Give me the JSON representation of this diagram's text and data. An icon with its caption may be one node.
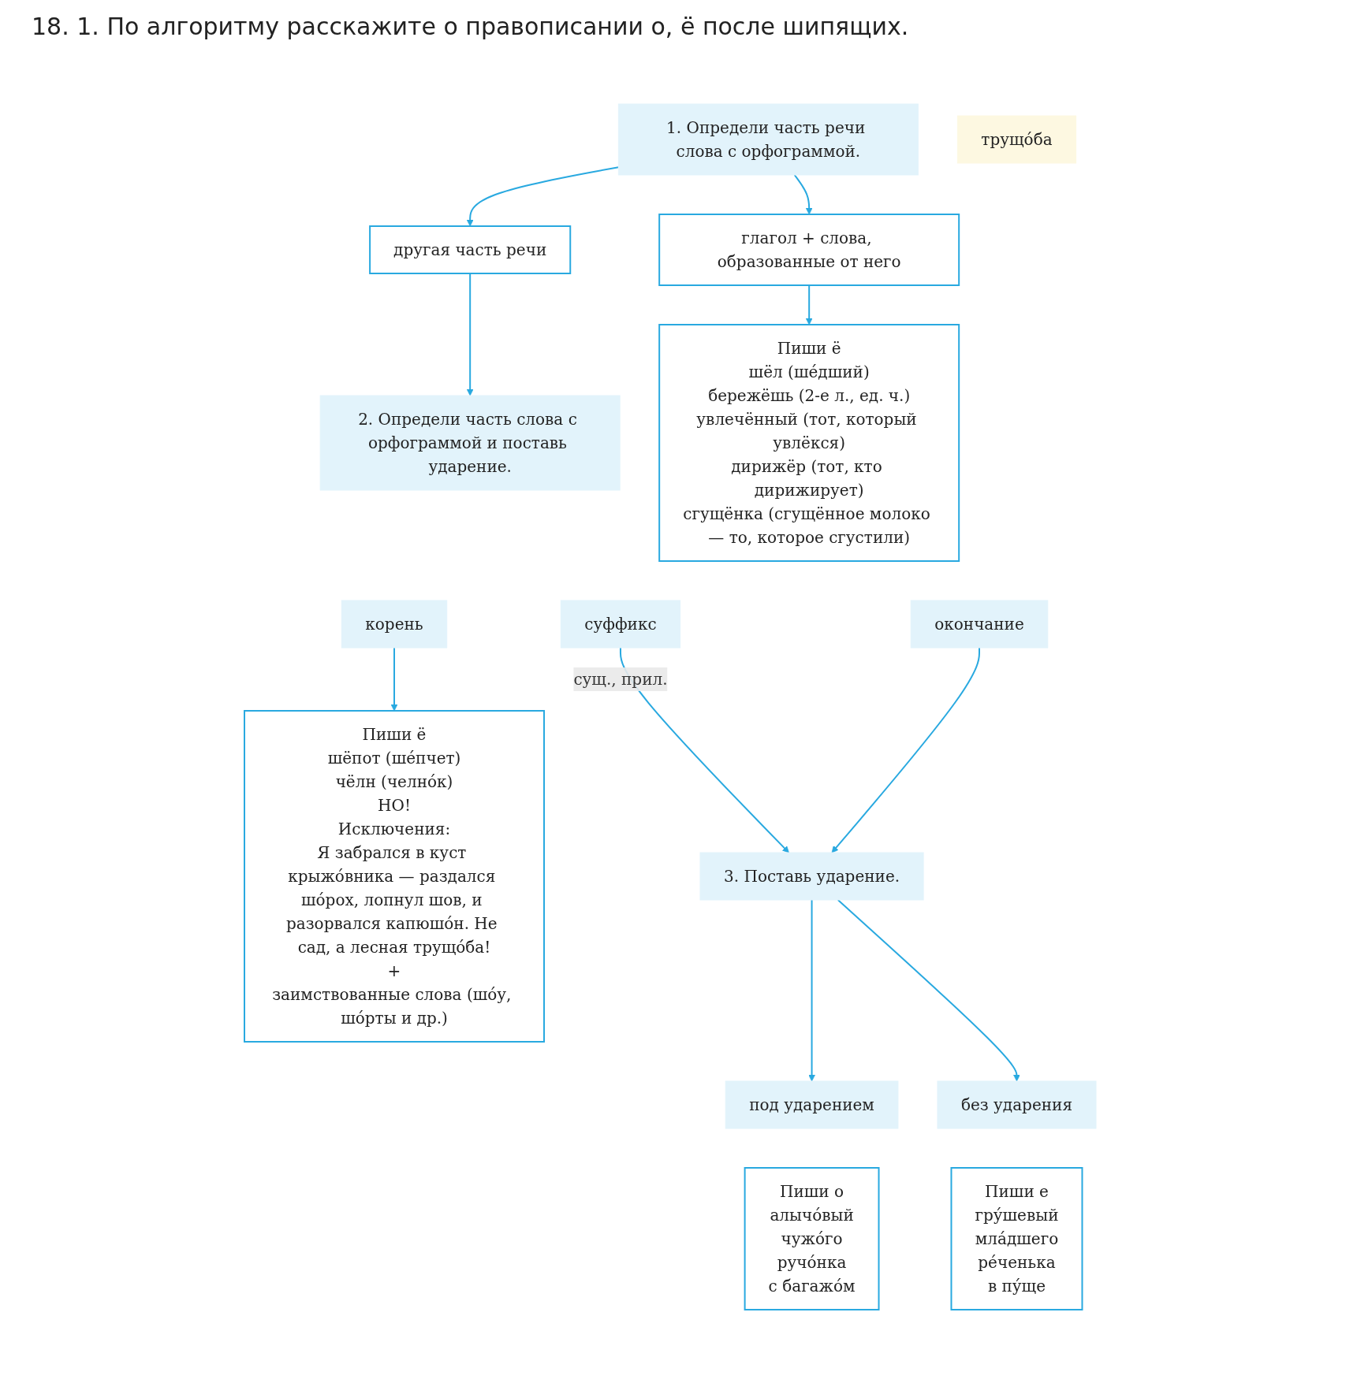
{
  "diagram": {
    "title": "18. 1. По алгоритму расскажите о правописании о, ё после шипящих.",
    "nodes": [
      {
        "text": [
          "1. Определи часть речи слова с орфограммой."
        ]
      },
      {
        "text": [
          "трущо́ба"
        ]
      },
      {
        "text": [
          "глагол + слова, образованные от него"
        ]
      },
      {
        "text": [
          "другая часть речи"
        ]
      },
      {
        "text": [
          "2. Определи часть слова с орфограммой и поставь ударение."
        ]
      },
      {
        "text": [
          "корень"
        ]
      },
      {
        "text": [
          "суффикс"
        ]
      },
      {
        "text": [
          "окончание"
        ]
      },
      {
        "text": [
          "Пиши ё",
          "шёл (ше́дший)",
          "бережёшь (2-е л., ед. ч.)",
          "увлечённый (тот, который увлёкся)",
          "дирижёр (тот, кто дирижирует)",
          "сгущёнка (сгущённое молоко — то, которое сгустили)"
        ]
      },
      {
        "text": [
          "Пиши ё",
          "шёпот (ше́пчет)",
          "чёлн (челно́к)",
          "НО!",
          "Исключения:",
          "Я забрался в куст крыжо́вника — раздался шо́рох, лопнул шов, и разорвался капюшо́н. Не сад, а лесная трущо́ба!",
          "+",
          "заимствованные слова (шо́у, шо́рты и др.)"
        ]
      },
      {
        "text": [
          "3. Поставь ударение."
        ]
      },
      {
        "text": [
          "под ударением"
        ]
      },
      {
        "text": [
          "Пиши о",
          "алычо́вый",
          "чужо́го",
          "ручо́нка",
          "с багажо́м"
        ]
      },
      {
        "text": [
          "без ударения"
        ]
      },
      {
        "text": [
          "Пиши е",
          "гру́шевый",
          "мла́дшего",
          "ре́ченька",
          "в пу́ще"
        ]
      }
    ],
    "edges": [
      {
        "from": 0,
        "to": 2,
        "arrow": "to"
      },
      {
        "from": 0,
        "to": 3,
        "arrow": "to"
      },
      {
        "from": 3,
        "to": 4,
        "arrow": "to"
      },
      {
        "from": 2,
        "to": 8,
        "arrow": "to"
      },
      {
        "from": 5,
        "to": 9,
        "arrow": "to"
      },
      {
        "from": 6,
        "to": 10,
        "arrow": "to",
        "label": "сущ., прил."
      },
      {
        "from": 7,
        "to": 10,
        "arrow": "to"
      },
      {
        "from": 10,
        "to": 11,
        "arrow": "to"
      },
      {
        "from": 10,
        "to": 13,
        "arrow": "to"
      }
    ]
  }
}
